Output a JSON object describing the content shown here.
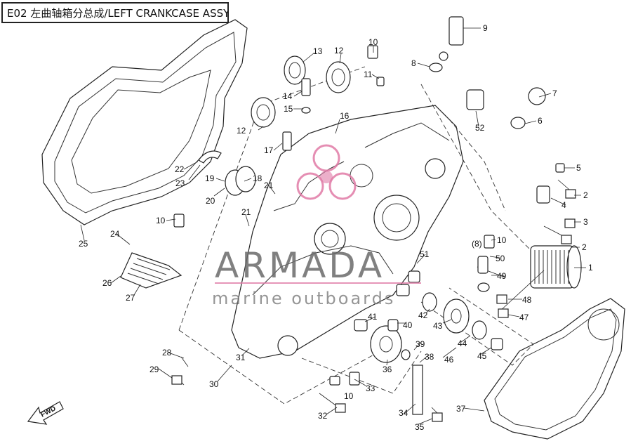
{
  "title": "E02 左曲轴箱分总成/LEFT CRANKCASE ASSY",
  "watermark": {
    "brand": "ARMADA",
    "tagline": "marine outboards",
    "logo_icon": "three-circle-emblem"
  },
  "direction_label": "FWD",
  "callouts": [
    "1",
    "2",
    "2",
    "3",
    "4",
    "5",
    "6",
    "7",
    "8",
    "9",
    "10",
    "10",
    "10",
    "10",
    "(8)",
    "11",
    "12",
    "12",
    "13",
    "14",
    "15",
    "16",
    "17",
    "18",
    "19",
    "20",
    "21",
    "21",
    "22",
    "23",
    "24",
    "25",
    "26",
    "27",
    "28",
    "29",
    "30",
    "31",
    "32",
    "33",
    "34",
    "35",
    "36",
    "37",
    "38",
    "39",
    "40",
    "41",
    "42",
    "43",
    "44",
    "45",
    "46",
    "47",
    "48",
    "49",
    "50",
    "51",
    "52"
  ]
}
